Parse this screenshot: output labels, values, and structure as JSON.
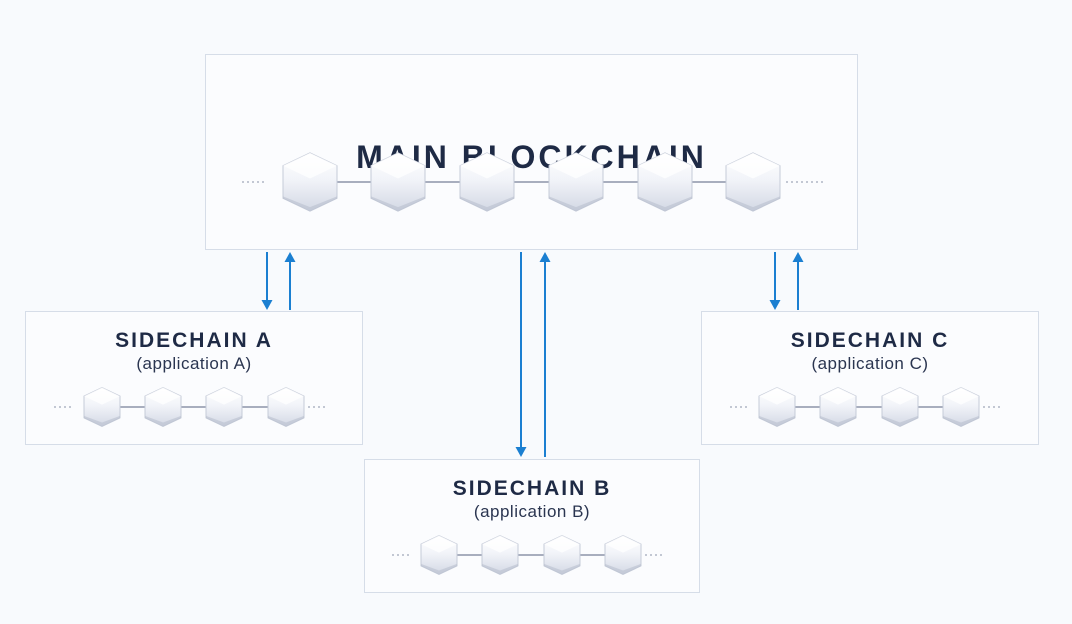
{
  "main": {
    "title": "MAIN BLOCKCHAIN"
  },
  "sidechains": [
    {
      "title": "SIDECHAIN A",
      "subtitle": "(application A)"
    },
    {
      "title": "SIDECHAIN B",
      "subtitle": "(application B)"
    },
    {
      "title": "SIDECHAIN C",
      "subtitle": "(application C)"
    }
  ],
  "colors": {
    "arrow": "#1b7fd1",
    "block_top": "#f2f4f9",
    "block_side": "#d3d8e4",
    "connector": "#8c94a8",
    "border": "#d6dde8"
  },
  "icons": {
    "block": "cube-block-icon",
    "arrow": "arrow-icon"
  }
}
